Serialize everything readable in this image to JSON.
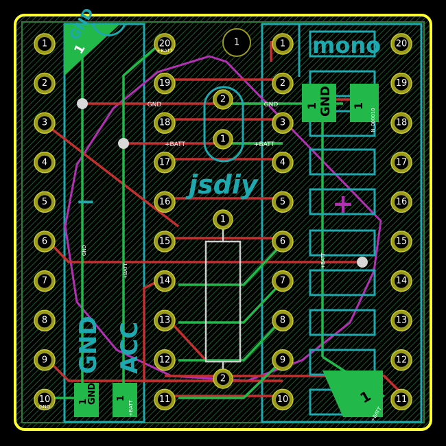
{
  "labels": {
    "gnd_top": "GND",
    "one_top": "1",
    "mono": "mono",
    "jsdiy": "jsdiy",
    "gnd_net": "GND",
    "batt_net": "+BATT",
    "gnd_left": "GND",
    "batt_left": "+BATT",
    "gnd_vertical": "GND",
    "acc_vertical": "ACC",
    "pad_gnd": "GND",
    "pad_batt": "+BATT",
    "corner_batt": "+BATT",
    "corner_one": "1",
    "right_batt_vertical": "+BATT",
    "cap_ref": "N_000010",
    "header_gnd": "GND",
    "header_one": "1",
    "bottom_one_a": "1",
    "bottom_gnd": "GND",
    "bottom_one_b": "1",
    "bottom_batt": "+BATT",
    "pin10_gnd": "GND",
    "pin20_batt": "+BATT",
    "minus": "−",
    "plus": "+",
    "fiducial": "1"
  },
  "left_pins": [
    "1",
    "2",
    "3",
    "4",
    "5",
    "6",
    "7",
    "8",
    "9",
    "10"
  ],
  "left_inner_pins": [
    "20",
    "19",
    "18",
    "17",
    "16",
    "15",
    "14",
    "13",
    "12",
    "11"
  ],
  "right_inner_pins": [
    "1",
    "2",
    "3",
    "4",
    "5",
    "6",
    "7",
    "8",
    "9",
    "10"
  ],
  "right_pins": [
    "20",
    "19",
    "18",
    "17",
    "16",
    "15",
    "14",
    "13",
    "12",
    "11"
  ],
  "center_pins": [
    "2",
    "1",
    "1",
    "2"
  ],
  "colors": {
    "board_outline": "#ffff33",
    "copper_pad": "#9a9a1e",
    "pad_ring": "#c8c832",
    "bottom_trace": "#c42f2f",
    "top_trace": "#22b84a",
    "silk": "#1ea8b0",
    "courtyard": "#b42fb4",
    "fab": "#cfcfcf"
  }
}
